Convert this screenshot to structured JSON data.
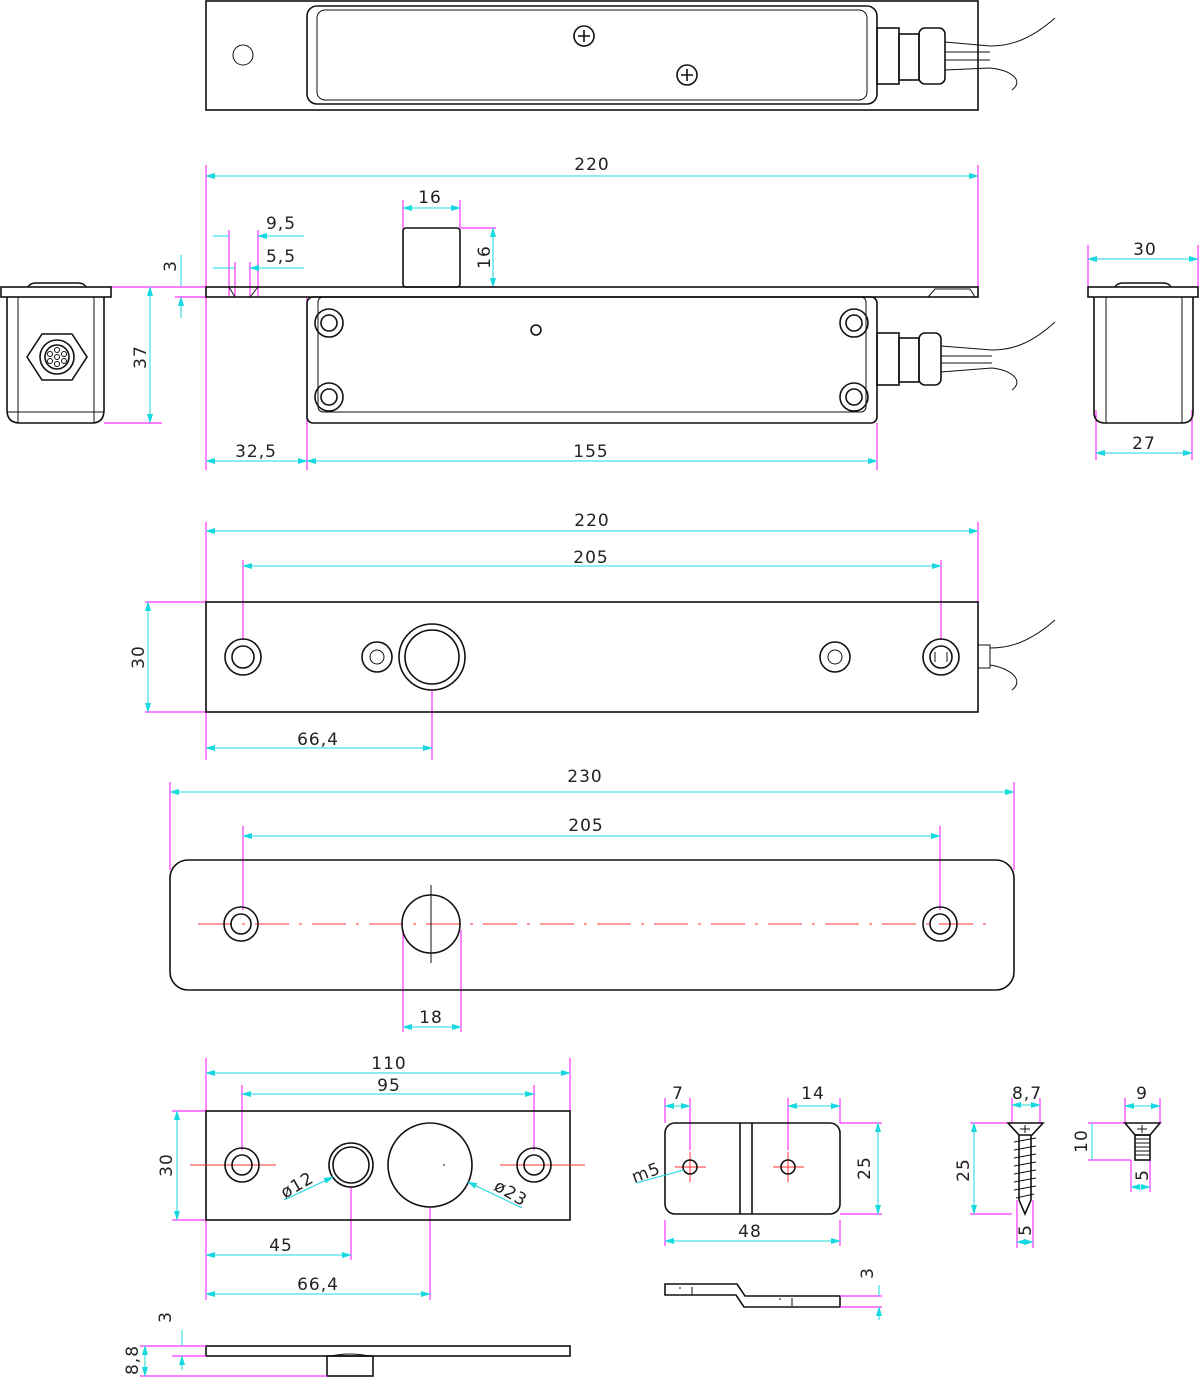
{
  "title": "Electric bolt lock technical drawing",
  "colors": {
    "outline": "#111111",
    "dimension": "#18d8e0",
    "extension": "#ff33ff",
    "centerline": "#ff3030"
  },
  "side_view": {
    "length": "220",
    "bolt_width": "16",
    "bolt_height": "16",
    "countersink_outer": "9,5",
    "countersink_inner": "5,5",
    "plate_thickness": "3",
    "body_height": "37",
    "body_offset": "32,5",
    "body_length": "155"
  },
  "end_view": {
    "width": "30",
    "body_width": "27"
  },
  "bottom_view": {
    "length": "220",
    "hole_spacing": "205",
    "width": "30",
    "bolt_offset": "66,4"
  },
  "face_plate": {
    "length": "230",
    "hole_spacing": "205",
    "bolt_hole": "18"
  },
  "strike_plate": {
    "length": "110",
    "hole_spacing": "95",
    "width": "30",
    "small_hole": "ø12",
    "large_hole": "ø23",
    "small_offset": "45",
    "large_offset": "66,4",
    "thickness": "3",
    "total_height": "8,8"
  },
  "bracket": {
    "left_hole": "7",
    "right_hole": "14",
    "height": "25",
    "length": "48",
    "thread": "m5",
    "thickness": "3"
  },
  "wood_screw": {
    "head": "8,7",
    "length": "25",
    "shank": "5"
  },
  "machine_screw": {
    "head": "9",
    "length": "10",
    "shank": "5"
  }
}
